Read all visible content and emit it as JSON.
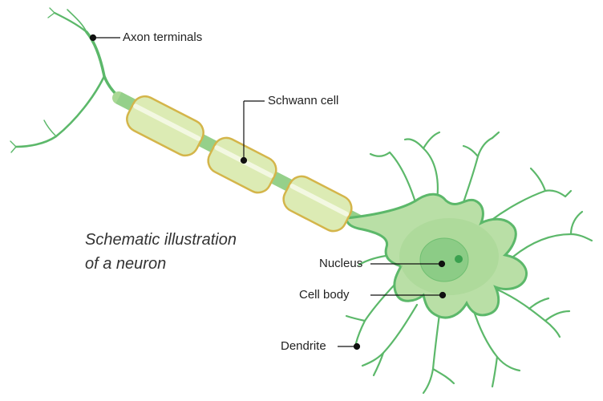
{
  "caption": {
    "line1": "Schematic illustration",
    "line2": "of a neuron"
  },
  "labels": {
    "axon_terminals": "Axon terminals",
    "schwann_cell": "Schwann cell",
    "nucleus": "Nucleus",
    "cell_body": "Cell body",
    "dendrite": "Dendrite"
  },
  "colors": {
    "cell_fill": "#b9dfa6",
    "cell_edge": "#5cb86a",
    "nucleus_fill": "#8ccc86",
    "nucleolus": "#3aa14f",
    "myelin_fill": "#dcebb4",
    "myelin_edge": "#d4b54a",
    "label_line": "#111111"
  }
}
